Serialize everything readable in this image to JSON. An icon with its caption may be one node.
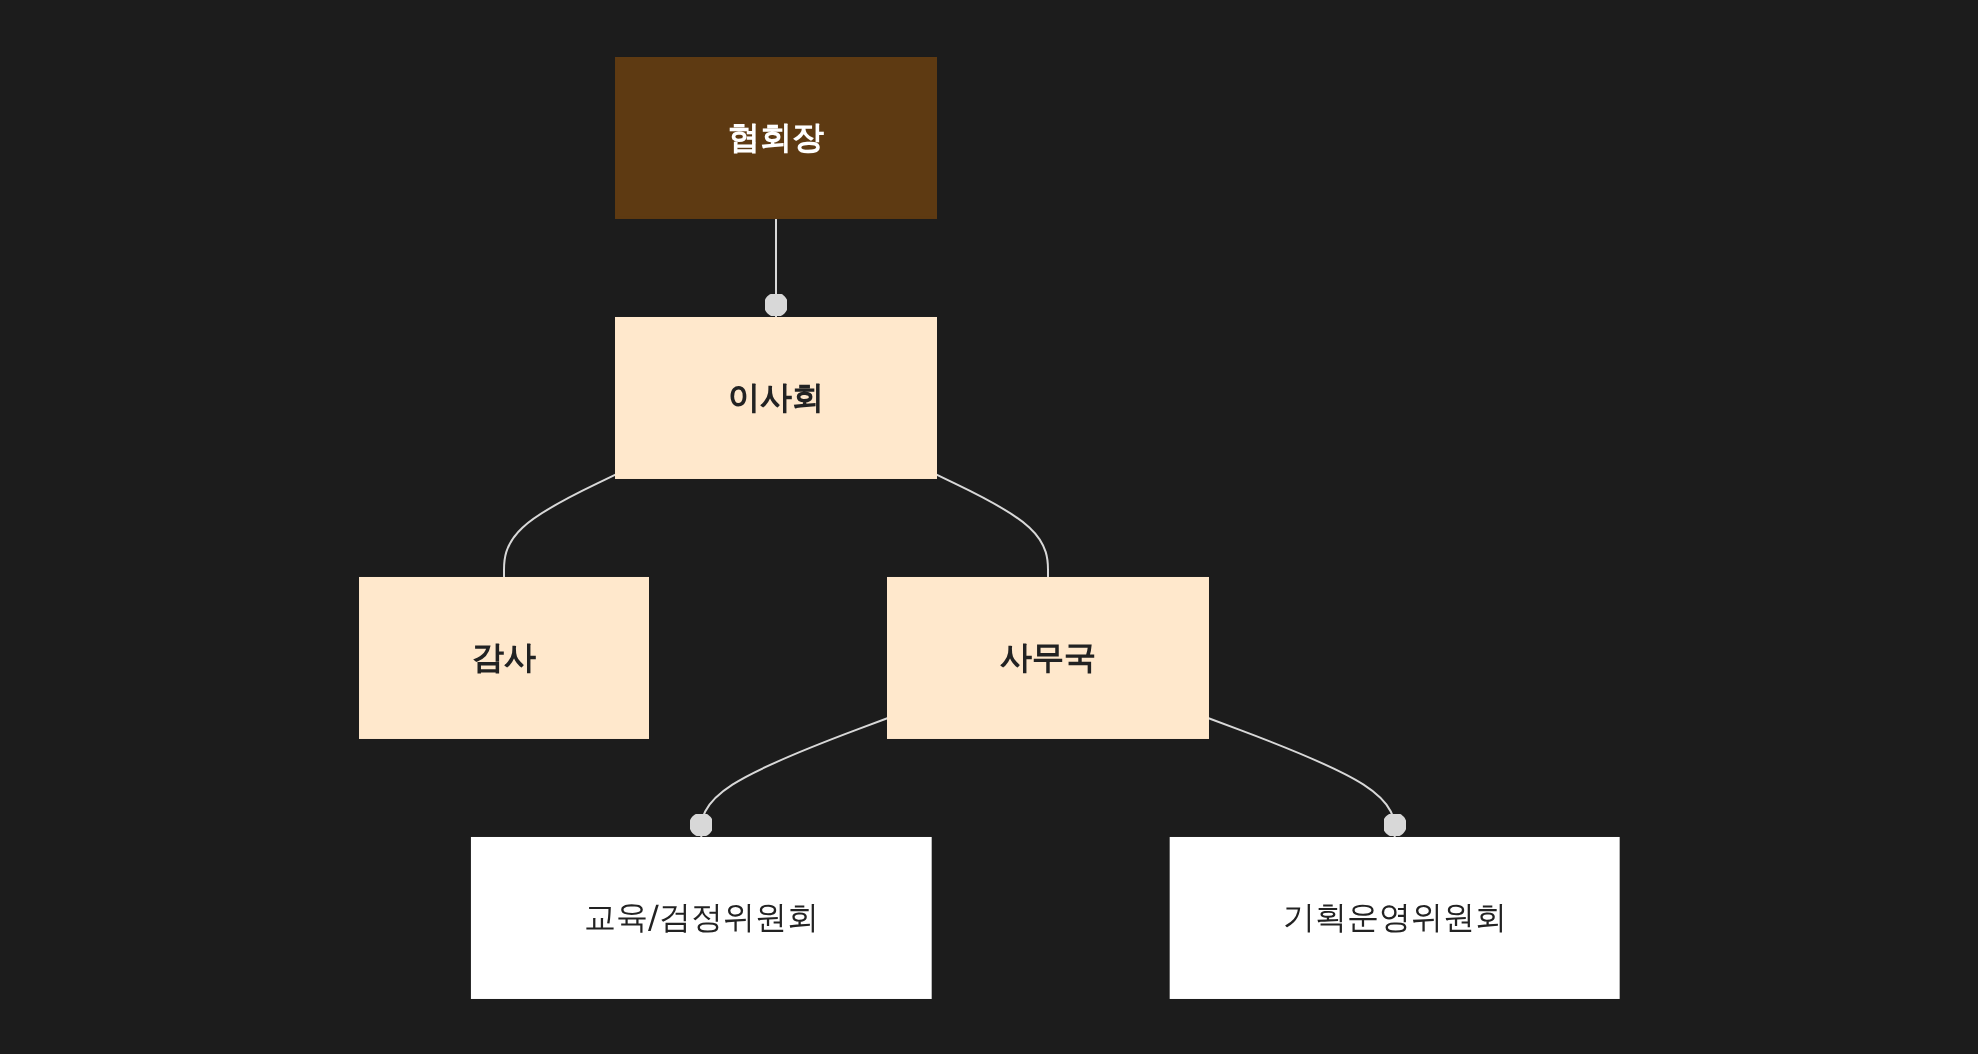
{
  "diagram": {
    "nodes": [
      {
        "text": [
          "협회장"
        ]
      },
      {
        "text": [
          "이사회"
        ]
      },
      {
        "text": [
          "감사"
        ]
      },
      {
        "text": [
          "사무국"
        ]
      },
      {
        "text": [
          "교육/검정위원회"
        ]
      },
      {
        "text": [
          "기획운영위원회"
        ]
      }
    ],
    "edges": [
      {
        "from": 0,
        "to": 1,
        "arrow": "other"
      },
      {
        "from": 1,
        "to": 2,
        "arrow": "none"
      },
      {
        "from": 1,
        "to": 3,
        "arrow": "none"
      },
      {
        "from": 3,
        "to": 4,
        "arrow": "other"
      },
      {
        "from": 3,
        "to": 5,
        "arrow": "other"
      }
    ]
  }
}
